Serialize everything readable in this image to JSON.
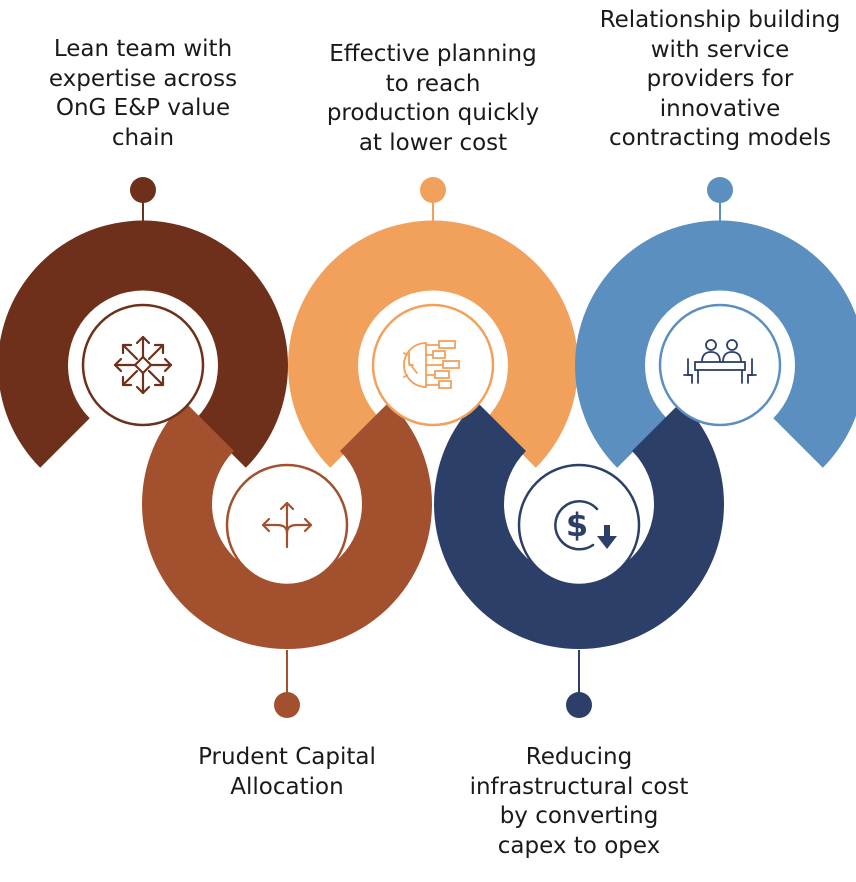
{
  "colors": {
    "dark_brown": "#6E301A",
    "rust": "#A2502E",
    "orange": "#F2A15C",
    "navy": "#2C3F69",
    "blue": "#5A8FC0"
  },
  "steps": [
    {
      "id": "lean-team",
      "lines": [
        "Lean team with",
        "expertise across",
        "OnG E&P value",
        "chain"
      ],
      "icon": "arrows-out-icon",
      "color_key": "dark_brown"
    },
    {
      "id": "prudent-capital",
      "lines": [
        "Prudent Capital",
        "Allocation"
      ],
      "icon": "split-arrows-icon",
      "color_key": "rust"
    },
    {
      "id": "effective-planning",
      "lines": [
        "Effective planning",
        "to reach",
        "production quickly",
        "at lower cost"
      ],
      "icon": "clock-timeline-icon",
      "color_key": "orange"
    },
    {
      "id": "reducing-cost",
      "lines": [
        "Reducing",
        "infrastructural cost",
        "by converting",
        "capex to opex"
      ],
      "icon": "dollar-down-icon",
      "color_key": "navy"
    },
    {
      "id": "relationship-building",
      "lines": [
        "Relationship building",
        "with service",
        "providers for",
        "innovative",
        "contracting models"
      ],
      "icon": "meeting-table-icon",
      "color_key": "blue"
    }
  ]
}
